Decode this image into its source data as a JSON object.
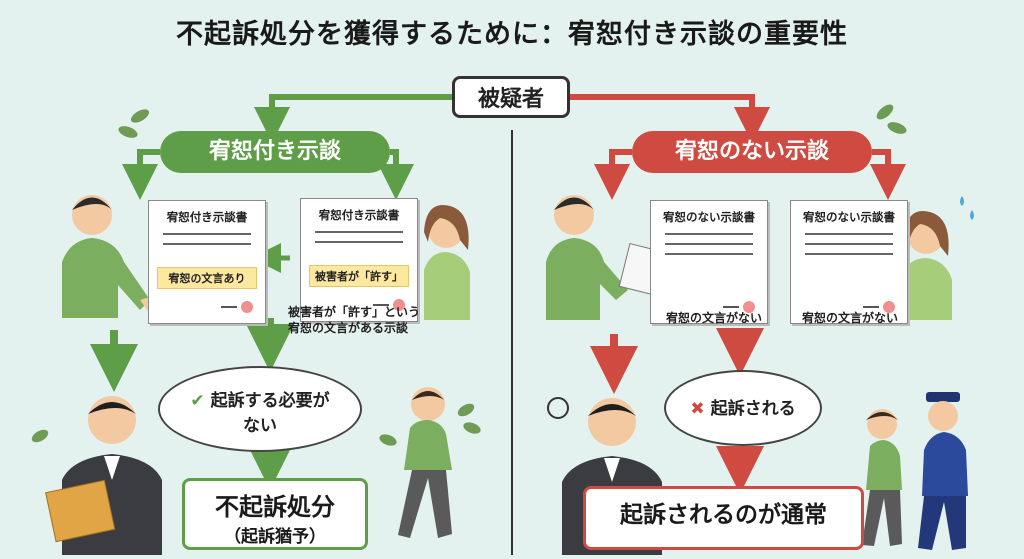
{
  "title": "不起訴処分を獲得するために：宥恕付き示談の重要性",
  "suspect": "被疑者",
  "left": {
    "label": "宥恕付き示談",
    "doc1_title": "宥恕付き示談書",
    "doc1_highlight": "宥恕の文言あり",
    "doc2_title": "宥恕付き示談書",
    "doc2_highlight": "被害者が「許す」",
    "caption_line1": "被害者が「許す」という",
    "caption_line2": "宥恕の文言がある示談",
    "bubble_line1": "起訴する必要が",
    "bubble_line2": "ない",
    "result_line1": "不起訴処分",
    "result_line2": "（起訴猶予）"
  },
  "right": {
    "label": "宥恕のない示談",
    "doc1_title": "宥恕のない示談書",
    "doc2_title": "宥恕のない示談書",
    "caption1": "宥恕の文言がない",
    "caption2": "宥恕の文言がない",
    "bubble": "起訴される",
    "result": "起訴されるのが通常"
  },
  "colors": {
    "green": "#5e9e48",
    "red": "#cf4a40",
    "background": "#e3f2ef"
  }
}
